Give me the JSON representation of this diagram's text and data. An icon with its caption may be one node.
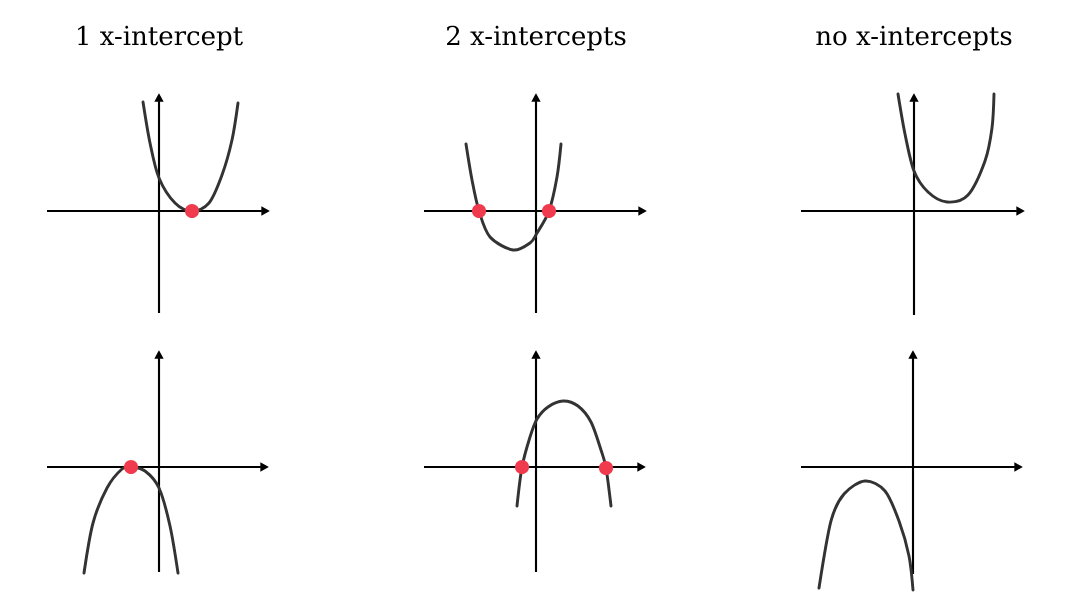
{
  "diagram": {
    "labels": [
      "1 x-intercept",
      "2 x-intercepts",
      "no x-intercepts"
    ]
  }
}
